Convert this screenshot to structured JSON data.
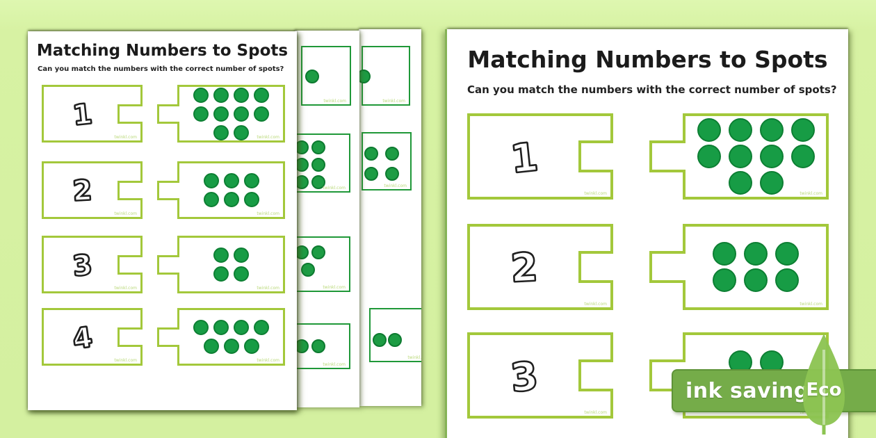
{
  "worksheet": {
    "title": "Matching Numbers to Spots",
    "subtitle": "Can you match the numbers with the correct number of spots?",
    "watermark": "twinkl.com"
  },
  "badge": {
    "ink_saving_label": "ink saving",
    "eco_label": "Eco"
  },
  "colors": {
    "background": "#d7f2a3",
    "page": "#ffffff",
    "piece_border_light": "#a3c83b",
    "box_border_dark": "#1f9838",
    "spot_fill": "#179c45",
    "spot_border": "#0d7f33",
    "banner_green": "#75ac49",
    "leaf_green": "#8cc452",
    "title_text": "#1b1b1b"
  },
  "front_page": {
    "rows": [
      {
        "number": "1",
        "spot_rows": [
          4,
          4,
          2
        ],
        "spot_count": 10
      },
      {
        "number": "2",
        "spot_rows": [
          3,
          3
        ],
        "spot_count": 6
      },
      {
        "number": "3",
        "spot_rows": [
          2,
          2
        ],
        "spot_count": 4
      },
      {
        "number": "4",
        "spot_rows": [
          4,
          3
        ],
        "spot_count": 7
      }
    ]
  },
  "main_page": {
    "rows": [
      {
        "number": "1",
        "spot_rows": [
          4,
          4,
          2
        ],
        "spot_count": 10
      },
      {
        "number": "2",
        "spot_rows": [
          3,
          3
        ],
        "spot_count": 6
      },
      {
        "number": "3",
        "spot_rows": [
          2,
          2
        ],
        "spot_count": 4
      }
    ]
  },
  "back_pages": [
    {
      "boxes": [
        {
          "visible_spots": 1
        },
        {
          "visible_spots": 6
        },
        {
          "visible_spots": 3
        },
        {
          "visible_spots": 2
        }
      ]
    },
    {
      "boxes": [
        {
          "visible_spots": 1
        },
        {
          "visible_spots": 4
        },
        {
          "visible_spots": 2
        }
      ]
    }
  ]
}
